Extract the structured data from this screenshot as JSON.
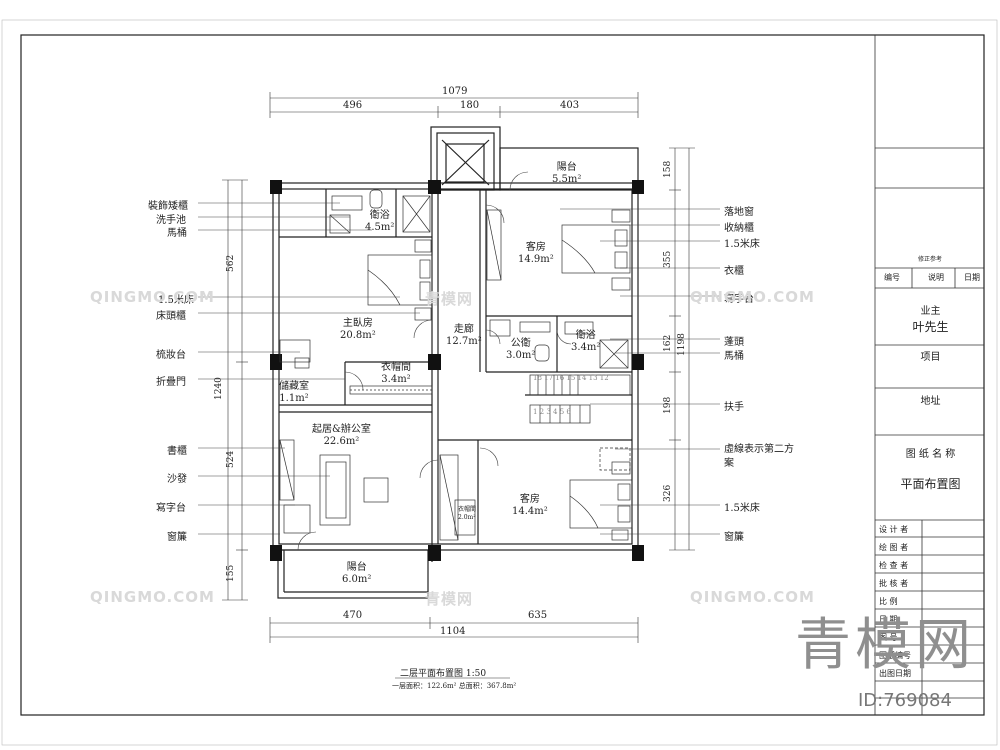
{
  "drawing": {
    "title": "二层平面布置图 1:50",
    "area_note": "一层面积：122.6m²  总面积：367.8m²"
  },
  "dimensions": {
    "top_total": "1079",
    "top_segments": [
      "496",
      "180",
      "403"
    ],
    "bottom_total": "1104",
    "bottom_segments": [
      "470",
      "635"
    ],
    "left_total": "1240",
    "left_segments": [
      "562",
      "524",
      "155"
    ],
    "right_total": "1198",
    "right_segments": [
      "158",
      "355",
      "162",
      "198",
      "326"
    ]
  },
  "rooms": [
    {
      "name": "陽台",
      "area": "5.5m²"
    },
    {
      "name": "衛浴",
      "area": "4.5m²"
    },
    {
      "name": "客房",
      "area": "14.9m²"
    },
    {
      "name": "主臥房",
      "area": "20.8m²"
    },
    {
      "name": "走廊",
      "area": "12.7m²"
    },
    {
      "name": "公衛",
      "area": "3.0m²"
    },
    {
      "name": "衛浴",
      "area": "3.4m²"
    },
    {
      "name": "衣帽間",
      "area": "3.4m²"
    },
    {
      "name": "儲藏室",
      "area": "1.1m²"
    },
    {
      "name": "起居&辦公室",
      "area": "22.6m²"
    },
    {
      "name": "客房",
      "area": "14.4m²"
    },
    {
      "name": "陽台",
      "area": "6.0m²"
    }
  ],
  "left_labels": [
    "裝飾矮櫃",
    "洗手池",
    "馬桶",
    "1.5米床",
    "床頭櫃",
    "梳妝台",
    "折疊門",
    "書櫃",
    "沙發",
    "寫字台",
    "窗簾"
  ],
  "right_labels": [
    "落地窗",
    "收納櫃",
    "1.5米床",
    "衣櫃",
    "寫字台",
    "蓬頭",
    "馬桶",
    "扶手",
    "虛線表示第二方案",
    "1.5米床",
    "窗簾"
  ],
  "small_labels": {
    "wardrobe": "衣帽間\n2.0m²",
    "stair_numbers": "18 17 16 15 14 13 12",
    "stair_numbers_low": "1 2 3 4 5 6"
  },
  "title_block": {
    "revision_headers": [
      "编号",
      "说明",
      "日期"
    ],
    "revision_sub": "修正参考",
    "owner_label": "业主",
    "owner_value": "叶先生",
    "project_label": "项目",
    "address_label": "地址",
    "drawing_name_label": "图 纸 名 称",
    "drawing_name_value": "平面布置图",
    "roles": [
      "设 计 者",
      "绘 图 者",
      "检 查 者",
      "批 核 者",
      "比 例",
      "日 期",
      "图 号",
      "图纸编号",
      "出图日期"
    ]
  },
  "watermark": {
    "brand": "青模网",
    "small": "QINGMO.COM",
    "id": "ID:769084",
    "small_cn": "青模网"
  },
  "colors": {
    "line": "#1a1a1a",
    "wall": "#111111",
    "watermark": "#d9d9d9"
  }
}
